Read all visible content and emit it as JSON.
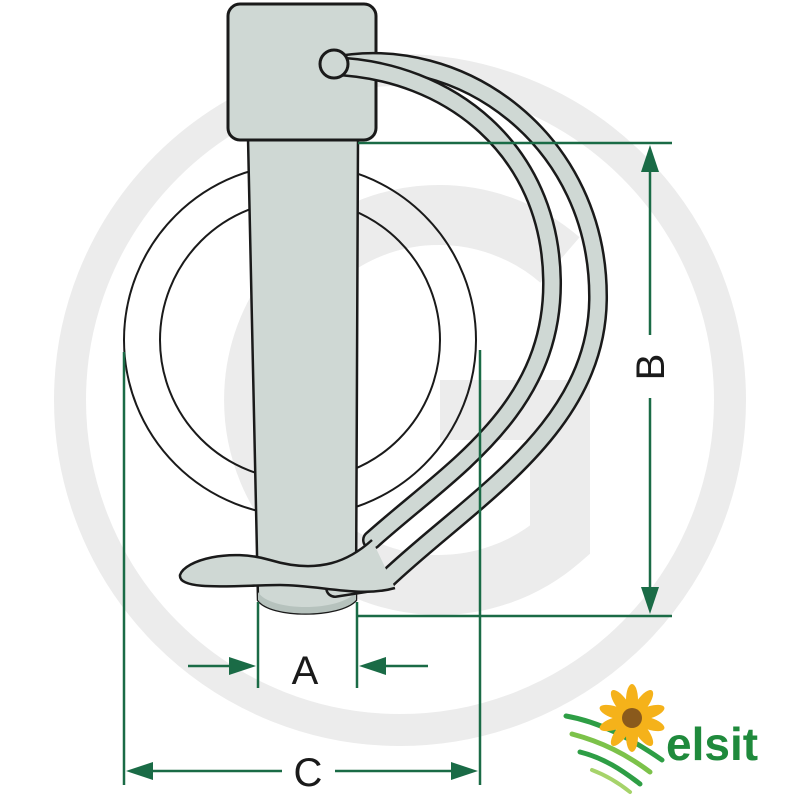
{
  "diagram": {
    "dimensions": {
      "a_label": "A",
      "b_label": "B",
      "c_label": "C"
    }
  },
  "brand": {
    "logo_text": "elsit"
  },
  "colors": {
    "dimension_line": "#1a6b46",
    "pin_fill": "#cfd8d4",
    "outline": "#1a1a1a",
    "watermark": "#ececec",
    "logo_green": "#1f8a3c",
    "sunflower_petal": "#f5b21a"
  },
  "icons": {
    "watermark": "circle-g-watermark-icon",
    "logo": "sunflower-icon"
  }
}
